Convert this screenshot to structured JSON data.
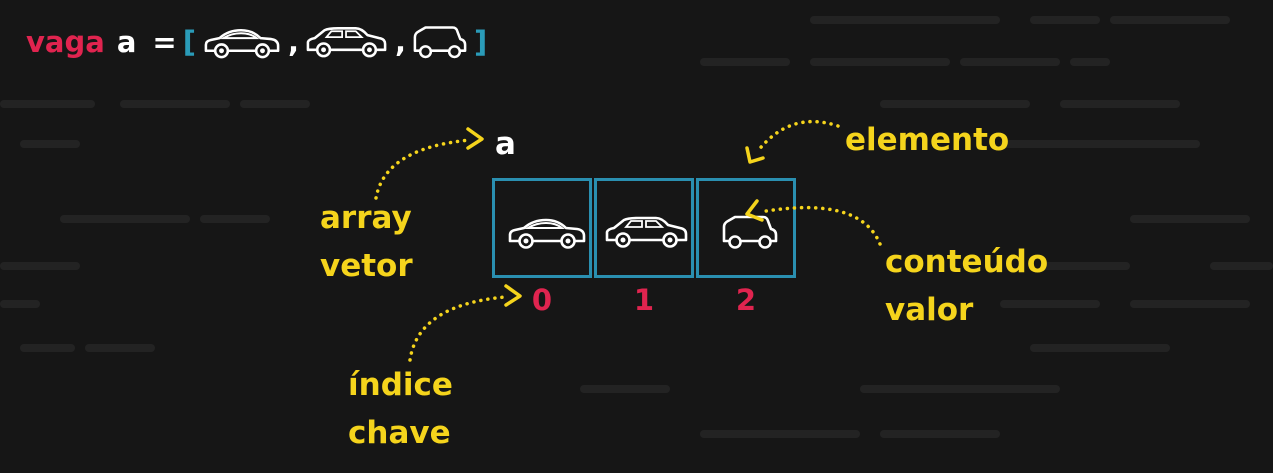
{
  "code": {
    "keyword": "vaga",
    "variable": "a",
    "equals": "=",
    "open_bracket": "[",
    "close_bracket": "]",
    "separator": ",",
    "items": [
      "sedan-icon",
      "hatchback-icon",
      "van-icon"
    ]
  },
  "diagram": {
    "array_name": "a",
    "cells": [
      {
        "index": "0",
        "icon": "sedan-icon"
      },
      {
        "index": "1",
        "icon": "hatchback-icon"
      },
      {
        "index": "2",
        "icon": "van-icon"
      }
    ]
  },
  "labels": {
    "array": "array",
    "vetor": "vetor",
    "indice": "índice",
    "chave": "chave",
    "elemento": "elemento",
    "conteudo": "conteúdo",
    "valor": "valor"
  },
  "colors": {
    "background": "#161616",
    "keyword": "#e0244f",
    "bracket": "#2a9bb8",
    "label": "#f5d41c",
    "cell_border": "#2a8fb0",
    "index": "#e0244f"
  }
}
